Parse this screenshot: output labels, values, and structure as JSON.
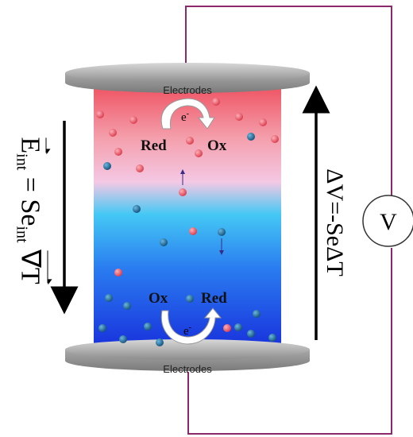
{
  "electrodes": {
    "top_label": "Electrodes",
    "bottom_label": "Electrodes"
  },
  "top_reaction": {
    "red": "Red",
    "ox": "Ox",
    "electron": "e"
  },
  "bottom_reaction": {
    "ox": "Ox",
    "red": "Red",
    "electron": "e"
  },
  "voltmeter": {
    "symbol": "V"
  },
  "left_equation": {
    "e": "E",
    "int1": "int",
    "eq": "= Se",
    "int2": "int",
    "nabla": "∇T"
  },
  "right_equation": {
    "text": "ΔV=-SeΔT"
  },
  "colors": {
    "hot": "#f05060",
    "cold": "#1838e0",
    "middle": "#30b0f0",
    "wire": "#8a2a6a",
    "hot_ion": "#e0505e",
    "cold_ion": "#1f6f9a"
  }
}
